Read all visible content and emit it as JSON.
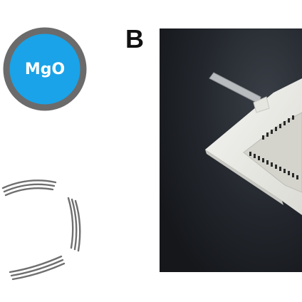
{
  "panel_b": {
    "letter": "B"
  },
  "material": {
    "label": "MgO"
  },
  "colors": {
    "mgo_fill": "#1aa3e8",
    "mgo_ring": "#6b6b6b",
    "photo_background": "#1e2126",
    "sachet": "#eeeeea",
    "shell_lines": "#6f6f6f"
  },
  "icons": {
    "mgo_particle": "circle-icon",
    "shell": "broken-ring-icon",
    "photo": "membrane-sachet-photo"
  }
}
